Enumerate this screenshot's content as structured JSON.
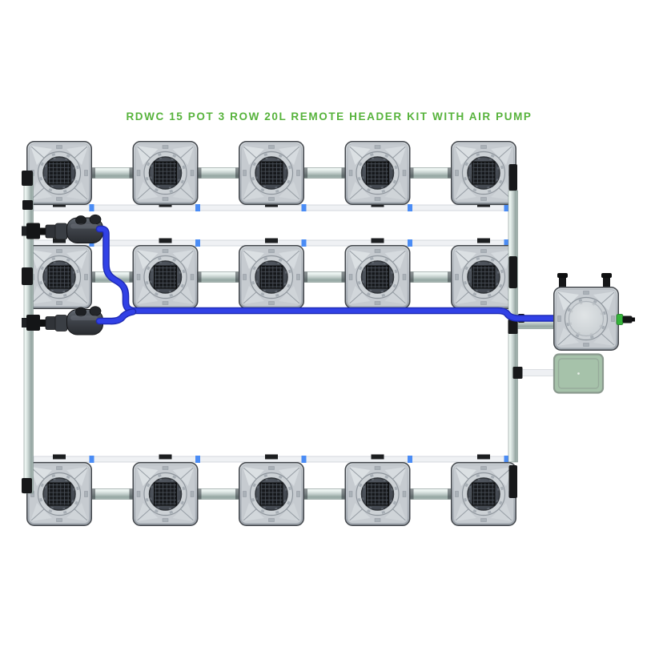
{
  "title": {
    "text": "RDWC 15 POT 3 ROW 20L REMOTE HEADER KIT WITH AIR PUMP",
    "color": "#57b33c"
  },
  "system": {
    "rows": 3,
    "pots_per_row": 5,
    "total_pots": 15,
    "pot_volume": "20L",
    "components": [
      {
        "name": "grow-pot-mesh-lid",
        "count": 15
      },
      {
        "name": "remote-header-tank",
        "count": 1
      },
      {
        "name": "air-pump",
        "count": 1
      },
      {
        "name": "pump-valve-assembly",
        "count": 2
      },
      {
        "name": "blue-return-tube",
        "count": 1
      },
      {
        "name": "airline-tube",
        "count": 1
      }
    ],
    "colors": {
      "accent_green": "#57b33c",
      "tube_blue": "#3141e6",
      "tube_blue_dark": "#1e2ab2",
      "pipe_gray": "#c2cecb",
      "white_pipe": "#eff1f4",
      "blue_connector": "#4a8cf5",
      "pot_gray": "#c2c8cd",
      "air_pump_green": "#a6c2aa",
      "fitting_green": "#35b43a",
      "hardware_black": "#17181a"
    }
  }
}
